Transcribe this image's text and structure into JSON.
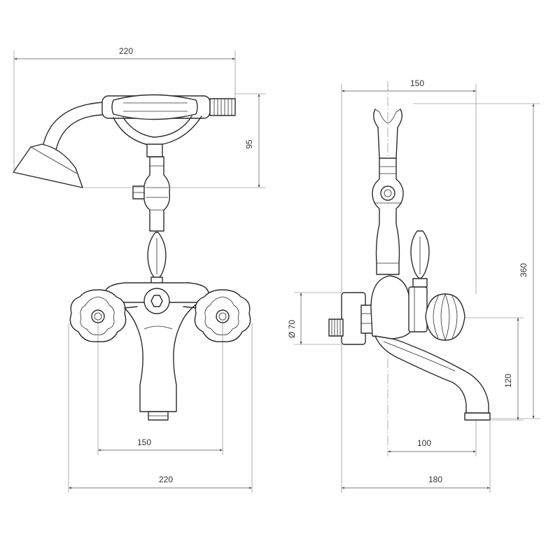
{
  "dimensions": {
    "handset_width": "220",
    "handset_height": "95",
    "front_centers": "150",
    "front_width": "220",
    "side_top_width": "150",
    "side_height": "360",
    "body_diameter": "Ø 70",
    "spout_height": "120",
    "spout_reach": "100",
    "side_width": "180"
  }
}
